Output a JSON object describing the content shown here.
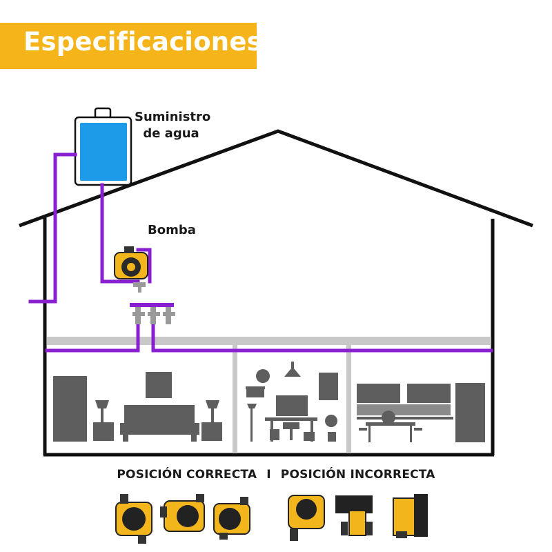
{
  "banner": {
    "title": "Especificaciones",
    "color": "#f4b41a"
  },
  "labels": {
    "water_supply": "Suministro de agua",
    "pump": "Bomba"
  },
  "positions": {
    "correct": "POSICIÓN CORRECTA",
    "separator": "I",
    "incorrect": "POSICIÓN INCORRECTA"
  },
  "colors": {
    "pipe": "#8a1fd1",
    "tank_water": "#1e9be8",
    "house_outline": "#111111",
    "furniture": "#5e5e5e",
    "floor": "#c8c8c8",
    "pump_body": "#f3b51c"
  },
  "icons": [
    "water-tank-icon",
    "pump-icon",
    "furniture-icons"
  ]
}
